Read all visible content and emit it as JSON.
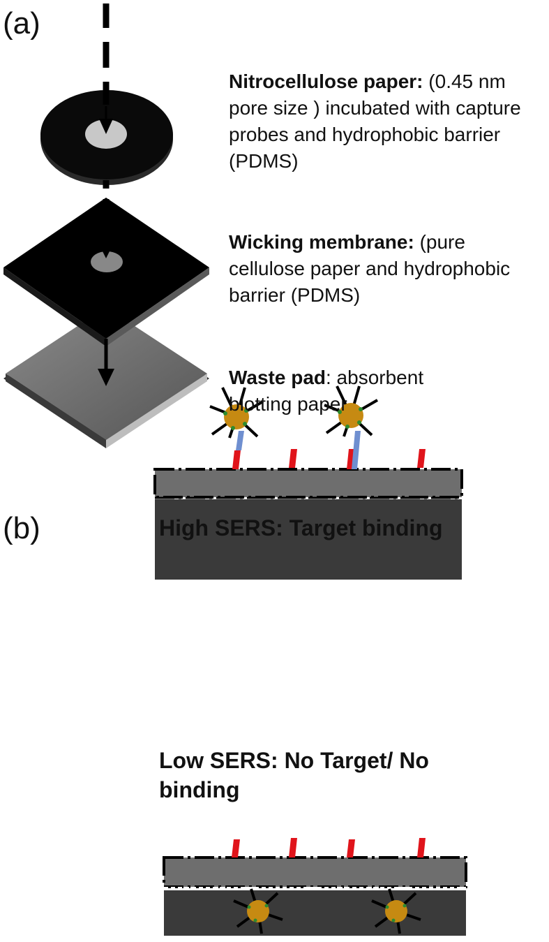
{
  "panel_a": {
    "letter": "(a)",
    "layers": [
      {
        "name": "Nitrocellulose paper:",
        "description": " (0.45 nm pore size ) incubated with capture probes and hydrophobic barrier (PDMS)"
      },
      {
        "name": "Wicking membrane:",
        "description": " (pure cellulose paper and hydrophobic barrier (PDMS)"
      },
      {
        "name": "Waste pad",
        "description": ": absorbent blotting paper"
      }
    ]
  },
  "panel_b": {
    "letter": "(b)",
    "high_title": "High SERS: Target binding",
    "low_title": "Low SERS: No Target/ No binding"
  },
  "colors": {
    "dark_layer": "#111111",
    "grey_layer": "#6b6b6b",
    "base_layer": "#3a3a3a",
    "membrane_layer": "#6e6e6e",
    "capture_probe": "#e0141b",
    "target": "#6f8fd0",
    "nanoparticle": "#c68a12",
    "raman_dots": "#2e8b2e"
  }
}
